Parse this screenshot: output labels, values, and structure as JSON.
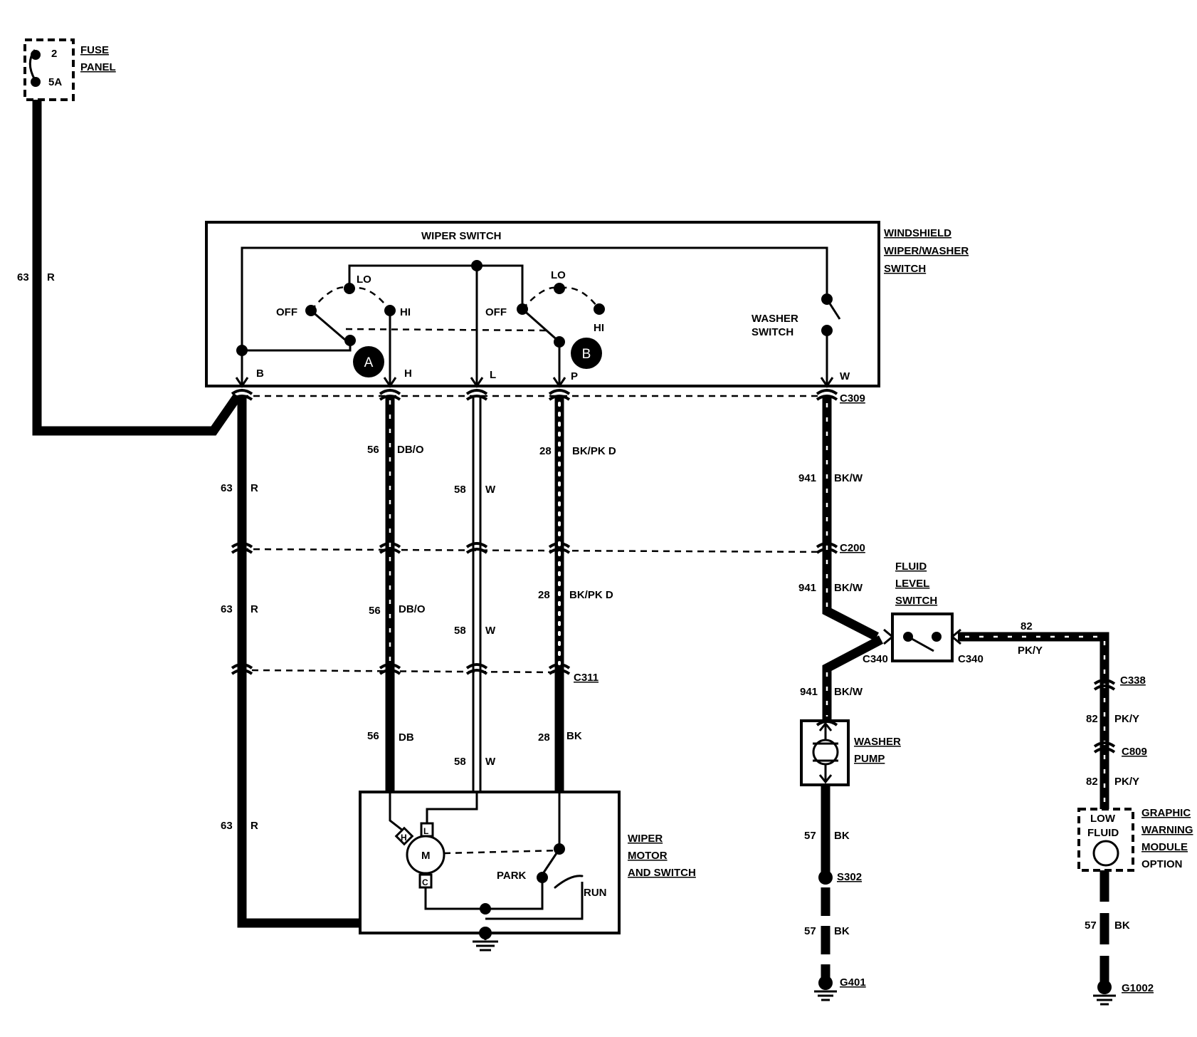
{
  "fuse_panel": {
    "title_line1": "FUSE",
    "title_line2": "PANEL",
    "fuse_number": "2",
    "fuse_rating": "5A"
  },
  "wiper_switch": {
    "title": "WIPER SWITCH",
    "lo": "LO",
    "hi": "HI",
    "off": "OFF",
    "node_a": "A",
    "node_b": "B",
    "pins": {
      "b": "B",
      "h": "H",
      "l": "L",
      "p": "P",
      "w": "W"
    }
  },
  "washer_switch": {
    "line1": "WASHER",
    "line2": "SWITCH"
  },
  "wiper_washer_switch": {
    "line1": "WINDSHIELD",
    "line2": "WIPER/WASHER",
    "line3": "SWITCH"
  },
  "connectors": {
    "c309": "C309",
    "c200": "C200",
    "c311": "C311",
    "c340": "C340",
    "c338": "C338",
    "c809": "C809",
    "s302": "S302",
    "g401": "G401",
    "g1002": "G1002"
  },
  "wires": {
    "c63": "63",
    "r": "R",
    "c56": "56",
    "dbo": "DB/O",
    "db": "DB",
    "c58": "58",
    "w": "W",
    "c28": "28",
    "bkpk": "BK/PK D",
    "bk": "BK",
    "c941": "941",
    "bkw": "BK/W",
    "c82": "82",
    "pky": "PK/Y",
    "c57": "57"
  },
  "fluid_level_switch": {
    "line1": "FLUID",
    "line2": "LEVEL",
    "line3": "SWITCH"
  },
  "washer_pump": {
    "line1": "WASHER",
    "line2": "PUMP"
  },
  "wiper_motor": {
    "line1": "WIPER",
    "line2": "MOTOR",
    "line3": "AND SWITCH",
    "motor": "M",
    "pin_h": "H",
    "pin_l": "L",
    "pin_c": "C",
    "park": "PARK",
    "run": "RUN"
  },
  "gwm": {
    "line1": "GRAPHIC",
    "line2": "WARNING",
    "line3": "MODULE",
    "line4": "OPTION",
    "low": "LOW",
    "fluid": "FLUID"
  }
}
